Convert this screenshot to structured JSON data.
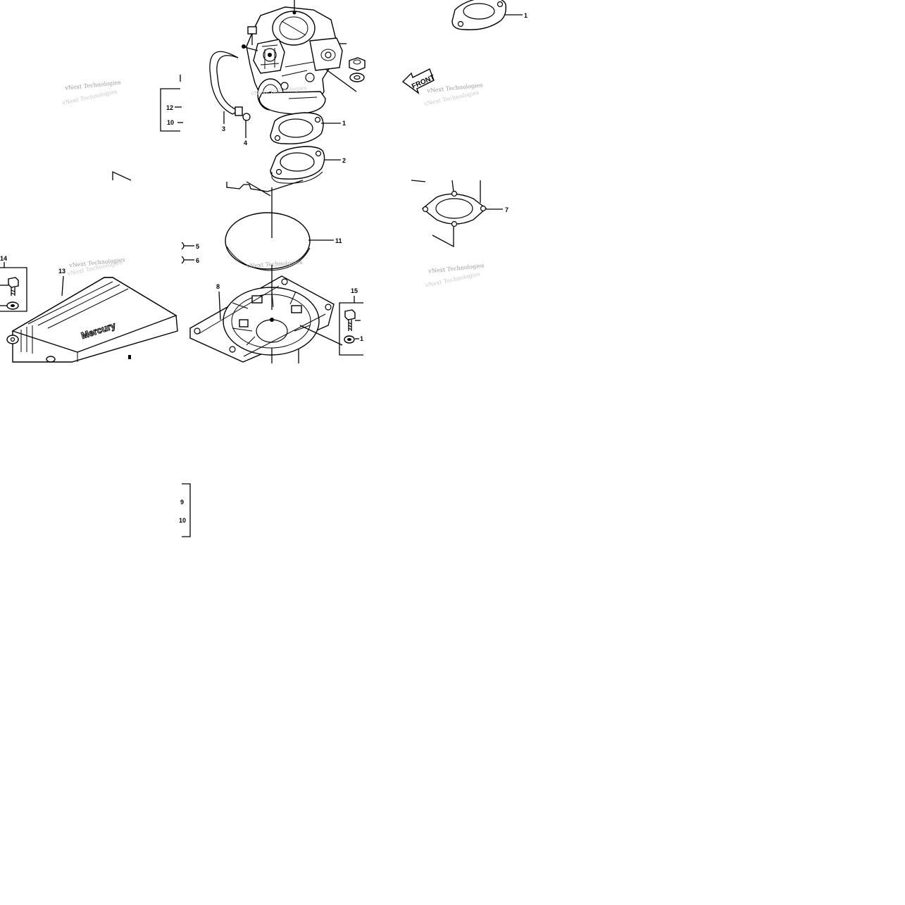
{
  "labels": {
    "p1a": "1",
    "p1b": "1",
    "p2": "2",
    "p3": "3",
    "p4": "4",
    "p5": "5",
    "p6": "6",
    "p7": "7",
    "p8": "8",
    "p9": "9",
    "p10a": "10",
    "p10b": "10",
    "p11": "11",
    "p12": "12",
    "p13": "13",
    "p14": "14",
    "p15": "15",
    "p15b": "1"
  },
  "front_label": "FRONT",
  "logo_text": "Mercury",
  "watermark": "vNext Technologies",
  "colors": {
    "ink": "#000000",
    "watermark": "#9a9a9a",
    "background": "#ffffff"
  }
}
